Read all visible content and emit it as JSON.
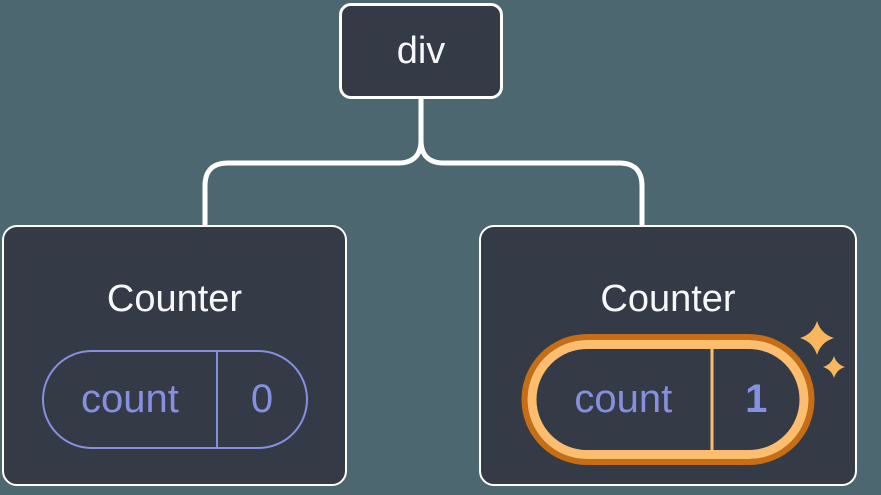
{
  "diagram": {
    "description": "React component tree diagram: a div root element with two Counter children showing state pills; the second Counter's state is highlighted as newly updated",
    "root": {
      "label": "div"
    },
    "children": [
      {
        "title": "Counter",
        "state": {
          "key": "count",
          "value": "0"
        },
        "highlighted": false
      },
      {
        "title": "Counter",
        "state": {
          "key": "count",
          "value": "1"
        },
        "highlighted": true
      }
    ]
  },
  "colors": {
    "background": "#4D6770",
    "card_background": "#343A46",
    "card_border": "#FFFFFF",
    "connector_line": "#FFFFFF",
    "state_purple": "#8790E0",
    "highlight_orange_light": "#FCBE6E",
    "highlight_orange_dark": "#C76E14",
    "sparkle": "#F8B75D",
    "text": "#F6F7F9"
  }
}
